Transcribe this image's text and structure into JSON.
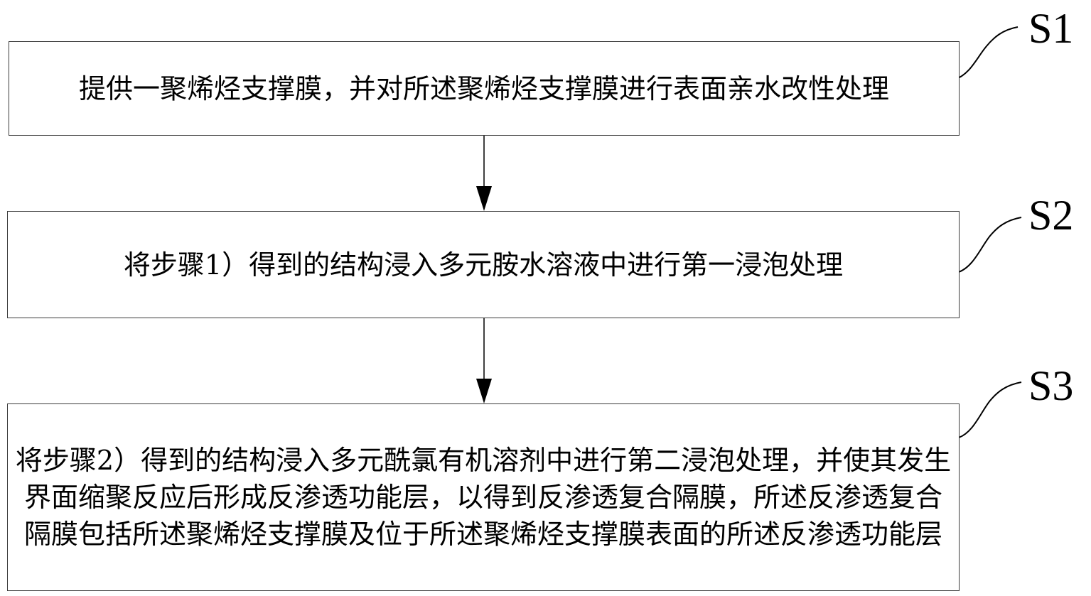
{
  "steps": [
    {
      "label": "S1",
      "text": "提供一聚烯烃支撑膜，并对所述聚烯烃支撑膜进行表面亲水改性处理"
    },
    {
      "label": "S2",
      "text": "将步骤1）得到的结构浸入多元胺水溶液中进行第一浸泡处理"
    },
    {
      "label": "S3",
      "text": "将步骤2）得到的结构浸入多元酰氯有机溶剂中进行第二浸泡处理，并使其发生界面缩聚反应后形成反渗透功能层，以得到反渗透复合隔膜，所述反渗透复合隔膜包括所述聚烯烃支撑膜及位于所述聚烯烃支撑膜表面的所述反渗透功能层"
    }
  ],
  "colors": {
    "line": "#000000",
    "box_border": "#3a3a3a"
  }
}
